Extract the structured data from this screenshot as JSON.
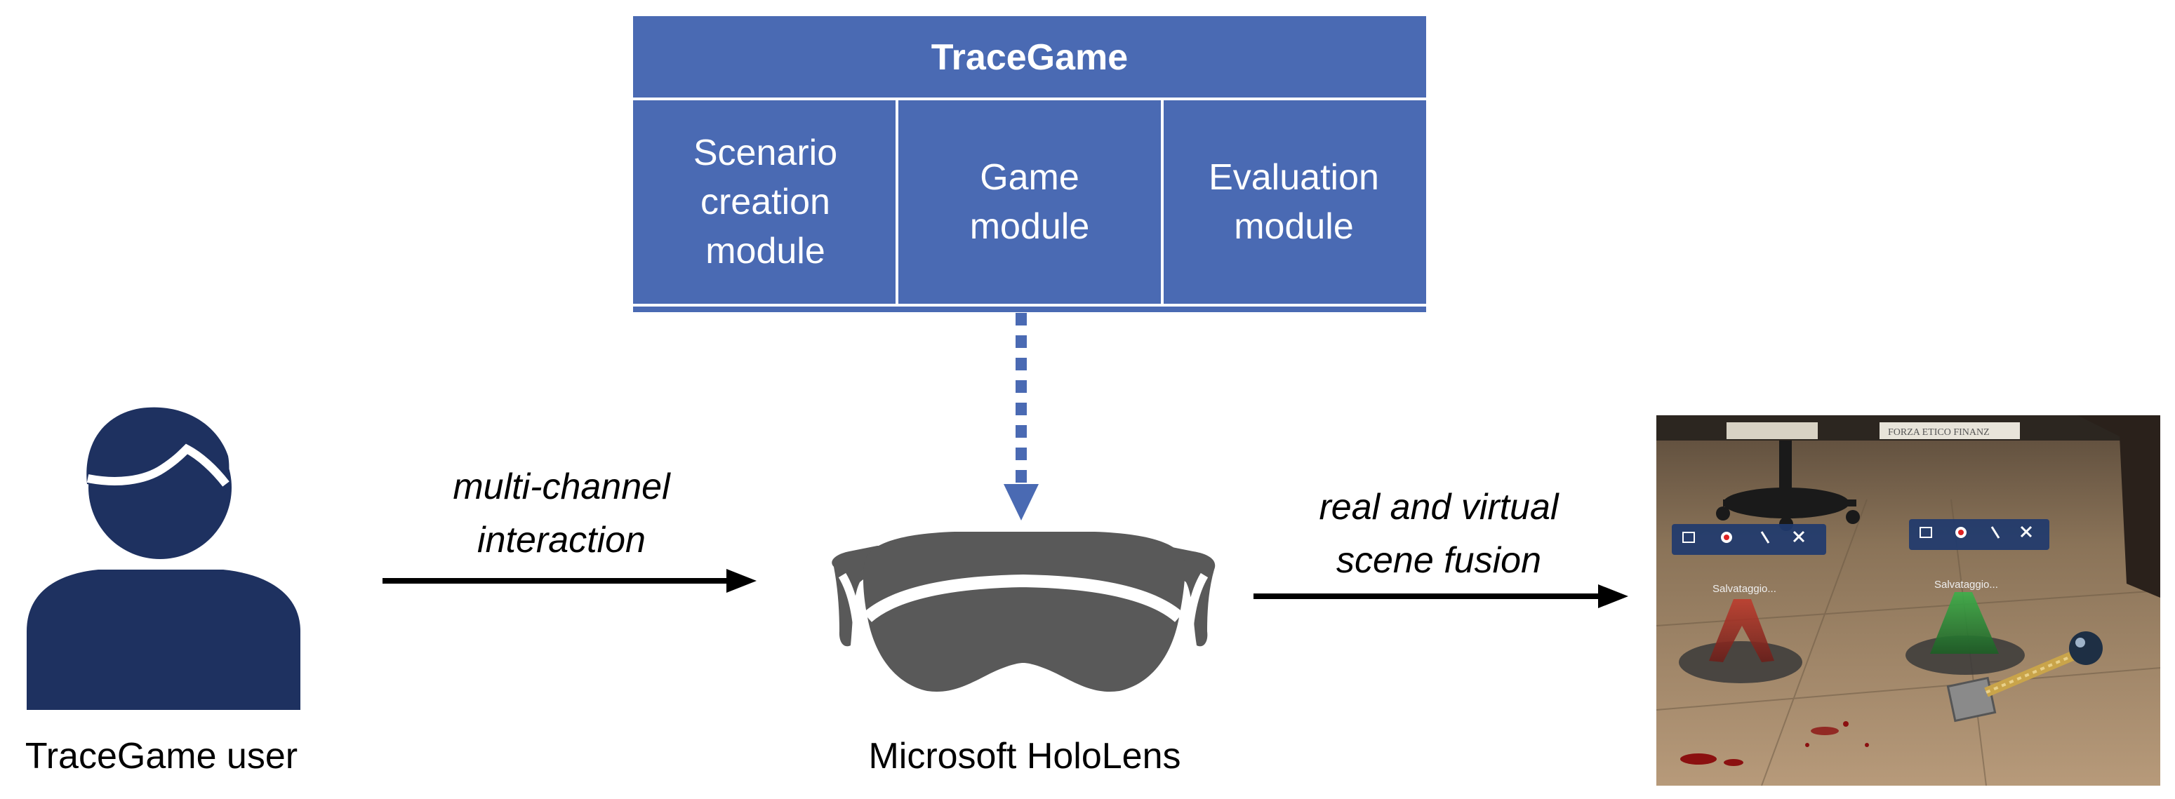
{
  "system": {
    "title": "TraceGame",
    "modules": [
      {
        "label_line1": "Scenario",
        "label_line2": "creation",
        "label_line3": "module"
      },
      {
        "label_line1": "Game",
        "label_line2": "module"
      },
      {
        "label_line1": "Evaluation",
        "label_line2": "module"
      }
    ]
  },
  "user": {
    "label": "TraceGame user"
  },
  "device": {
    "label": "Microsoft HoloLens"
  },
  "edges": {
    "user_to_device": {
      "line1": "multi-channel",
      "line2": "interaction"
    },
    "device_to_scene": {
      "line1": "real and virtual",
      "line2": "scene fusion"
    }
  },
  "scene_photo": {
    "panel_text": "Salvataggio...",
    "sign_text": "FORZA ETICO FINANZ"
  },
  "colors": {
    "block_blue": "#4a6ab3",
    "arrow_blue": "#4a6ab3",
    "user_navy": "#1e3160",
    "headset_gray": "#595959",
    "arrow_black": "#000000"
  },
  "icons": [
    "user-icon",
    "hololens-headset-icon"
  ]
}
